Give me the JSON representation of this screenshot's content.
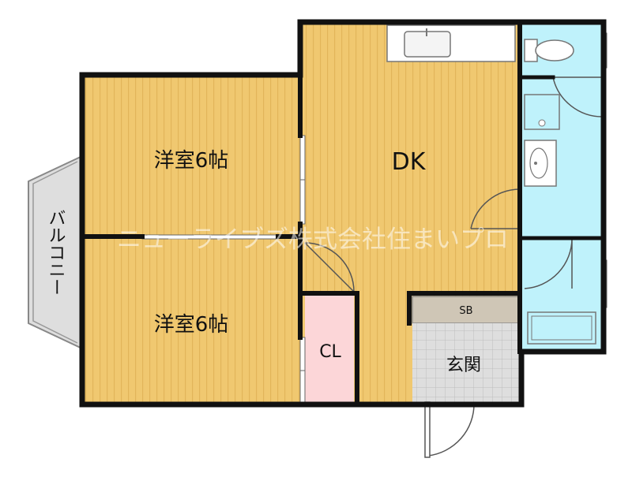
{
  "rooms": {
    "western_room_top": "洋室6帖",
    "western_room_bottom": "洋室6帖",
    "dining_kitchen": "DK",
    "closet": "CL",
    "entrance": "玄関",
    "shoe_box": "SB",
    "balcony": "バルコニー"
  },
  "watermark": "ニューライブズ株式会社住まいプロ",
  "colors": {
    "floor_wood": "#f0c870",
    "floor_stripe": "#e2b55a",
    "wet_area": "#bff2fb",
    "closet": "#fcd6d8",
    "entrance_tile": "#dedede",
    "shoe_box": "#cfc6b6",
    "balcony": "#dedede",
    "wall": "#111111"
  }
}
